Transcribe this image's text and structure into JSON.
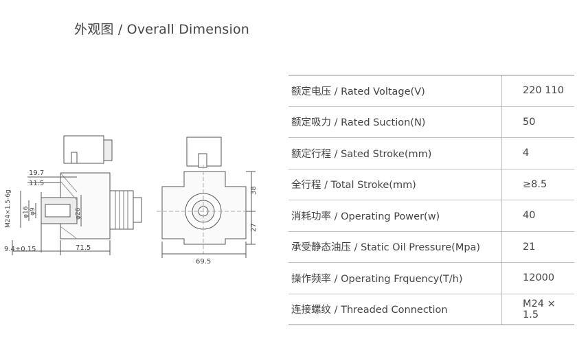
{
  "page": {
    "title": "外观图 / Overall Dimension"
  },
  "drawing": {
    "labels": {
      "d1": "19.7",
      "d2": "11.5",
      "thread": "M24×1.5-6g",
      "phi16": "φ16",
      "phi9": "φ9",
      "phi26": "φ26",
      "d3": "9.4±0.15",
      "d4": "71.5",
      "d5": "69.5",
      "d6": "38",
      "d7": "27"
    }
  },
  "specs": [
    {
      "label": "额定电压 / Rated Voltage(V)",
      "value": "220  110"
    },
    {
      "label": "额定吸力 / Rated Suction(N)",
      "value": "50"
    },
    {
      "label": "额定行程 / Sated Stroke(mm)",
      "value": "4"
    },
    {
      "label": "全行程 / Total Stroke(mm)",
      "value": "≥8.5"
    },
    {
      "label": "消耗功率 / Operating Power(w)",
      "value": "40"
    },
    {
      "label": "承受静态油压 / Static Oil Pressure(Mpa)",
      "value": "21"
    },
    {
      "label": "操作频率 / Operating Frquency(T/h)",
      "value": "12000"
    },
    {
      "label": "连接螺纹 / Threaded Connection",
      "value": "M24 × 1.5"
    }
  ]
}
